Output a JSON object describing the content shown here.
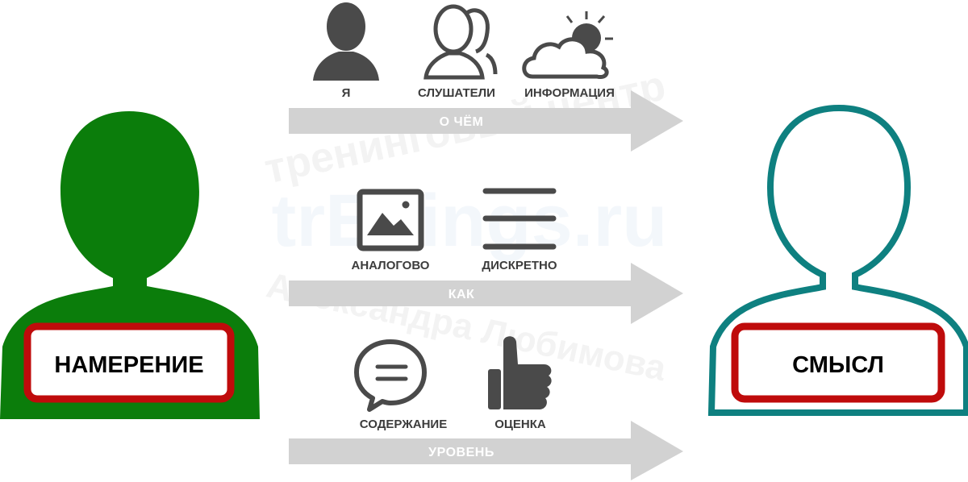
{
  "watermark": {
    "line1": "тренинговый центр",
    "site": "trEnings.ru",
    "line2": "Александра Любимова"
  },
  "left_person": {
    "badge": "НАМЕРЕНИЕ",
    "color": "#0b7d0b",
    "badge_border": "#bf0b0b"
  },
  "right_person": {
    "badge": "СМЫСЛ",
    "color": "#0e8080",
    "badge_border": "#bf0b0b"
  },
  "rows": [
    {
      "arrow_label": "О ЧЁМ",
      "items": [
        {
          "icon": "person-icon",
          "label": "Я"
        },
        {
          "icon": "group-icon",
          "label": "СЛУШАТЕЛИ"
        },
        {
          "icon": "weather-icon",
          "label": "ИНФОРМАЦИЯ"
        }
      ]
    },
    {
      "arrow_label": "КАК",
      "items": [
        {
          "icon": "image-icon",
          "label": "АНАЛОГОВО"
        },
        {
          "icon": "text-lines-icon",
          "label": "ДИСКРЕТНО"
        }
      ]
    },
    {
      "arrow_label": "УРОВЕНЬ",
      "items": [
        {
          "icon": "speech-bubble-icon",
          "label": "СОДЕРЖАНИЕ"
        },
        {
          "icon": "thumbs-up-icon",
          "label": "ОЦЕНКА"
        }
      ]
    }
  ],
  "colors": {
    "icon": "#4a4a4a",
    "arrow": "#d2d2d2"
  }
}
